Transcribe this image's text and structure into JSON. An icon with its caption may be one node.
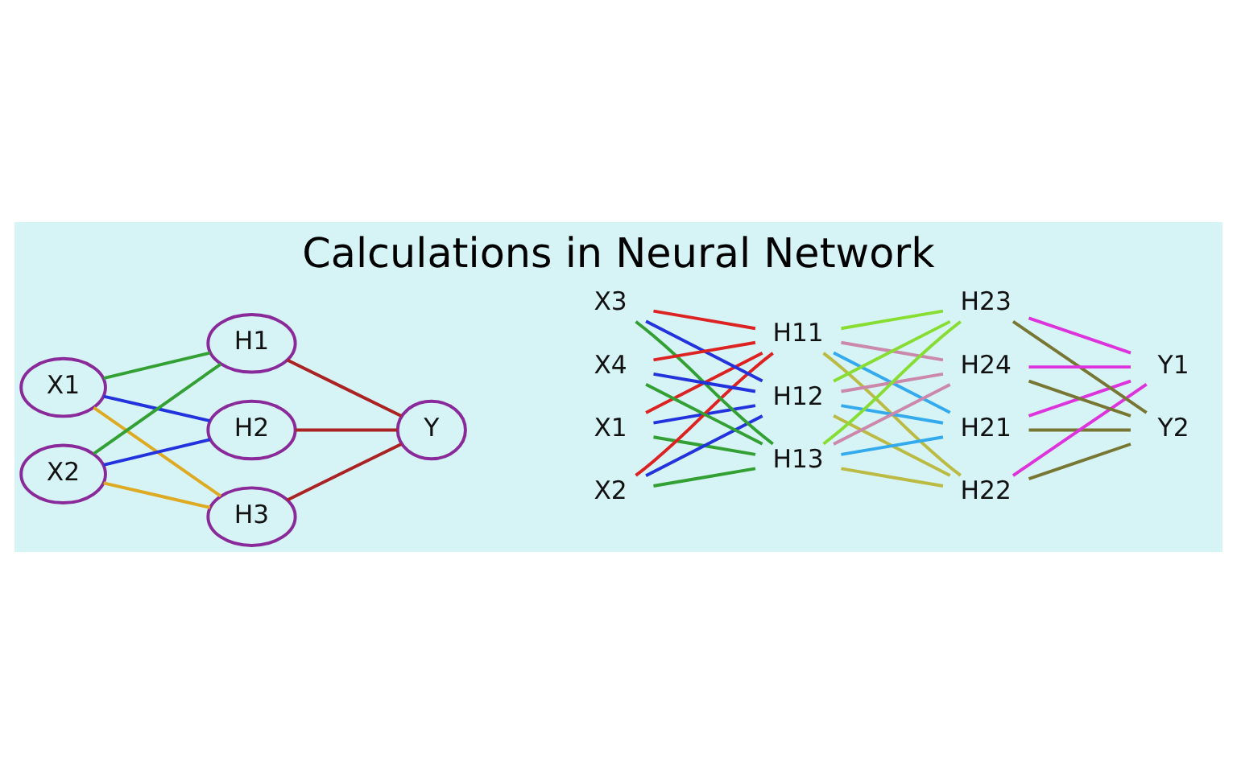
{
  "diagram": {
    "title": "Calculations in Neural Network",
    "nodes": [
      {
        "text": [
          "X1"
        ]
      },
      {
        "text": [
          "X2"
        ]
      },
      {
        "text": [
          "H1"
        ]
      },
      {
        "text": [
          "H2"
        ]
      },
      {
        "text": [
          "H3"
        ]
      },
      {
        "text": [
          "Y"
        ]
      },
      {
        "text": [
          "X1"
        ]
      },
      {
        "text": [
          "X2"
        ]
      },
      {
        "text": [
          "X3"
        ]
      },
      {
        "text": [
          "X4"
        ]
      },
      {
        "text": [
          "H11"
        ]
      },
      {
        "text": [
          "H12"
        ]
      },
      {
        "text": [
          "H13"
        ]
      },
      {
        "text": [
          "H21"
        ]
      },
      {
        "text": [
          "H22"
        ]
      },
      {
        "text": [
          "H23"
        ]
      },
      {
        "text": [
          "H24"
        ]
      },
      {
        "text": [
          "Y1"
        ]
      },
      {
        "text": [
          "Y2"
        ]
      }
    ],
    "edges": [
      {
        "from": 0,
        "to": 2,
        "arrow": "none",
        "color": "#33a033"
      },
      {
        "from": 1,
        "to": 2,
        "arrow": "none",
        "color": "#33a033"
      },
      {
        "from": 0,
        "to": 3,
        "arrow": "none",
        "color": "#2233dd"
      },
      {
        "from": 1,
        "to": 3,
        "arrow": "none",
        "color": "#2233dd"
      },
      {
        "from": 0,
        "to": 4,
        "arrow": "none",
        "color": "#ddaa22"
      },
      {
        "from": 1,
        "to": 4,
        "arrow": "none",
        "color": "#ddaa22"
      },
      {
        "from": 2,
        "to": 5,
        "arrow": "none",
        "color": "#aa2222"
      },
      {
        "from": 3,
        "to": 5,
        "arrow": "none",
        "color": "#aa2222"
      },
      {
        "from": 4,
        "to": 5,
        "arrow": "none",
        "color": "#aa2222"
      },
      {
        "from": 6,
        "to": 10,
        "arrow": "none",
        "color": "#dd2222"
      },
      {
        "from": 7,
        "to": 10,
        "arrow": "none",
        "color": "#dd2222"
      },
      {
        "from": 8,
        "to": 10,
        "arrow": "none",
        "color": "#dd2222"
      },
      {
        "from": 9,
        "to": 10,
        "arrow": "none",
        "color": "#dd2222"
      },
      {
        "from": 6,
        "to": 11,
        "arrow": "none",
        "color": "#2233dd"
      },
      {
        "from": 7,
        "to": 11,
        "arrow": "none",
        "color": "#2233dd"
      },
      {
        "from": 8,
        "to": 11,
        "arrow": "none",
        "color": "#2233dd"
      },
      {
        "from": 9,
        "to": 11,
        "arrow": "none",
        "color": "#2233dd"
      },
      {
        "from": 6,
        "to": 12,
        "arrow": "none",
        "color": "#33a033"
      },
      {
        "from": 7,
        "to": 12,
        "arrow": "none",
        "color": "#33a033"
      },
      {
        "from": 8,
        "to": 12,
        "arrow": "none",
        "color": "#33a033"
      },
      {
        "from": 9,
        "to": 12,
        "arrow": "none",
        "color": "#33a033"
      },
      {
        "from": 10,
        "to": 13,
        "arrow": "none",
        "color": "#33aaee"
      },
      {
        "from": 11,
        "to": 13,
        "arrow": "none",
        "color": "#33aaee"
      },
      {
        "from": 12,
        "to": 13,
        "arrow": "none",
        "color": "#33aaee"
      },
      {
        "from": 10,
        "to": 14,
        "arrow": "none",
        "color": "#bbbb44"
      },
      {
        "from": 11,
        "to": 14,
        "arrow": "none",
        "color": "#bbbb44"
      },
      {
        "from": 12,
        "to": 14,
        "arrow": "none",
        "color": "#bbbb44"
      },
      {
        "from": 10,
        "to": 15,
        "arrow": "none",
        "color": "#88dd33"
      },
      {
        "from": 11,
        "to": 15,
        "arrow": "none",
        "color": "#88dd33"
      },
      {
        "from": 12,
        "to": 15,
        "arrow": "none",
        "color": "#88dd33"
      },
      {
        "from": 10,
        "to": 16,
        "arrow": "none",
        "color": "#cc88aa"
      },
      {
        "from": 11,
        "to": 16,
        "arrow": "none",
        "color": "#cc88aa"
      },
      {
        "from": 12,
        "to": 16,
        "arrow": "none",
        "color": "#cc88aa"
      },
      {
        "from": 13,
        "to": 17,
        "arrow": "none",
        "color": "#dd33dd"
      },
      {
        "from": 14,
        "to": 17,
        "arrow": "none",
        "color": "#dd33dd"
      },
      {
        "from": 15,
        "to": 17,
        "arrow": "none",
        "color": "#dd33dd"
      },
      {
        "from": 16,
        "to": 17,
        "arrow": "none",
        "color": "#dd33dd"
      },
      {
        "from": 13,
        "to": 18,
        "arrow": "none",
        "color": "#777733"
      },
      {
        "from": 14,
        "to": 18,
        "arrow": "none",
        "color": "#777733"
      },
      {
        "from": 15,
        "to": 18,
        "arrow": "none",
        "color": "#777733"
      },
      {
        "from": 16,
        "to": 18,
        "arrow": "none",
        "color": "#777733"
      }
    ]
  }
}
